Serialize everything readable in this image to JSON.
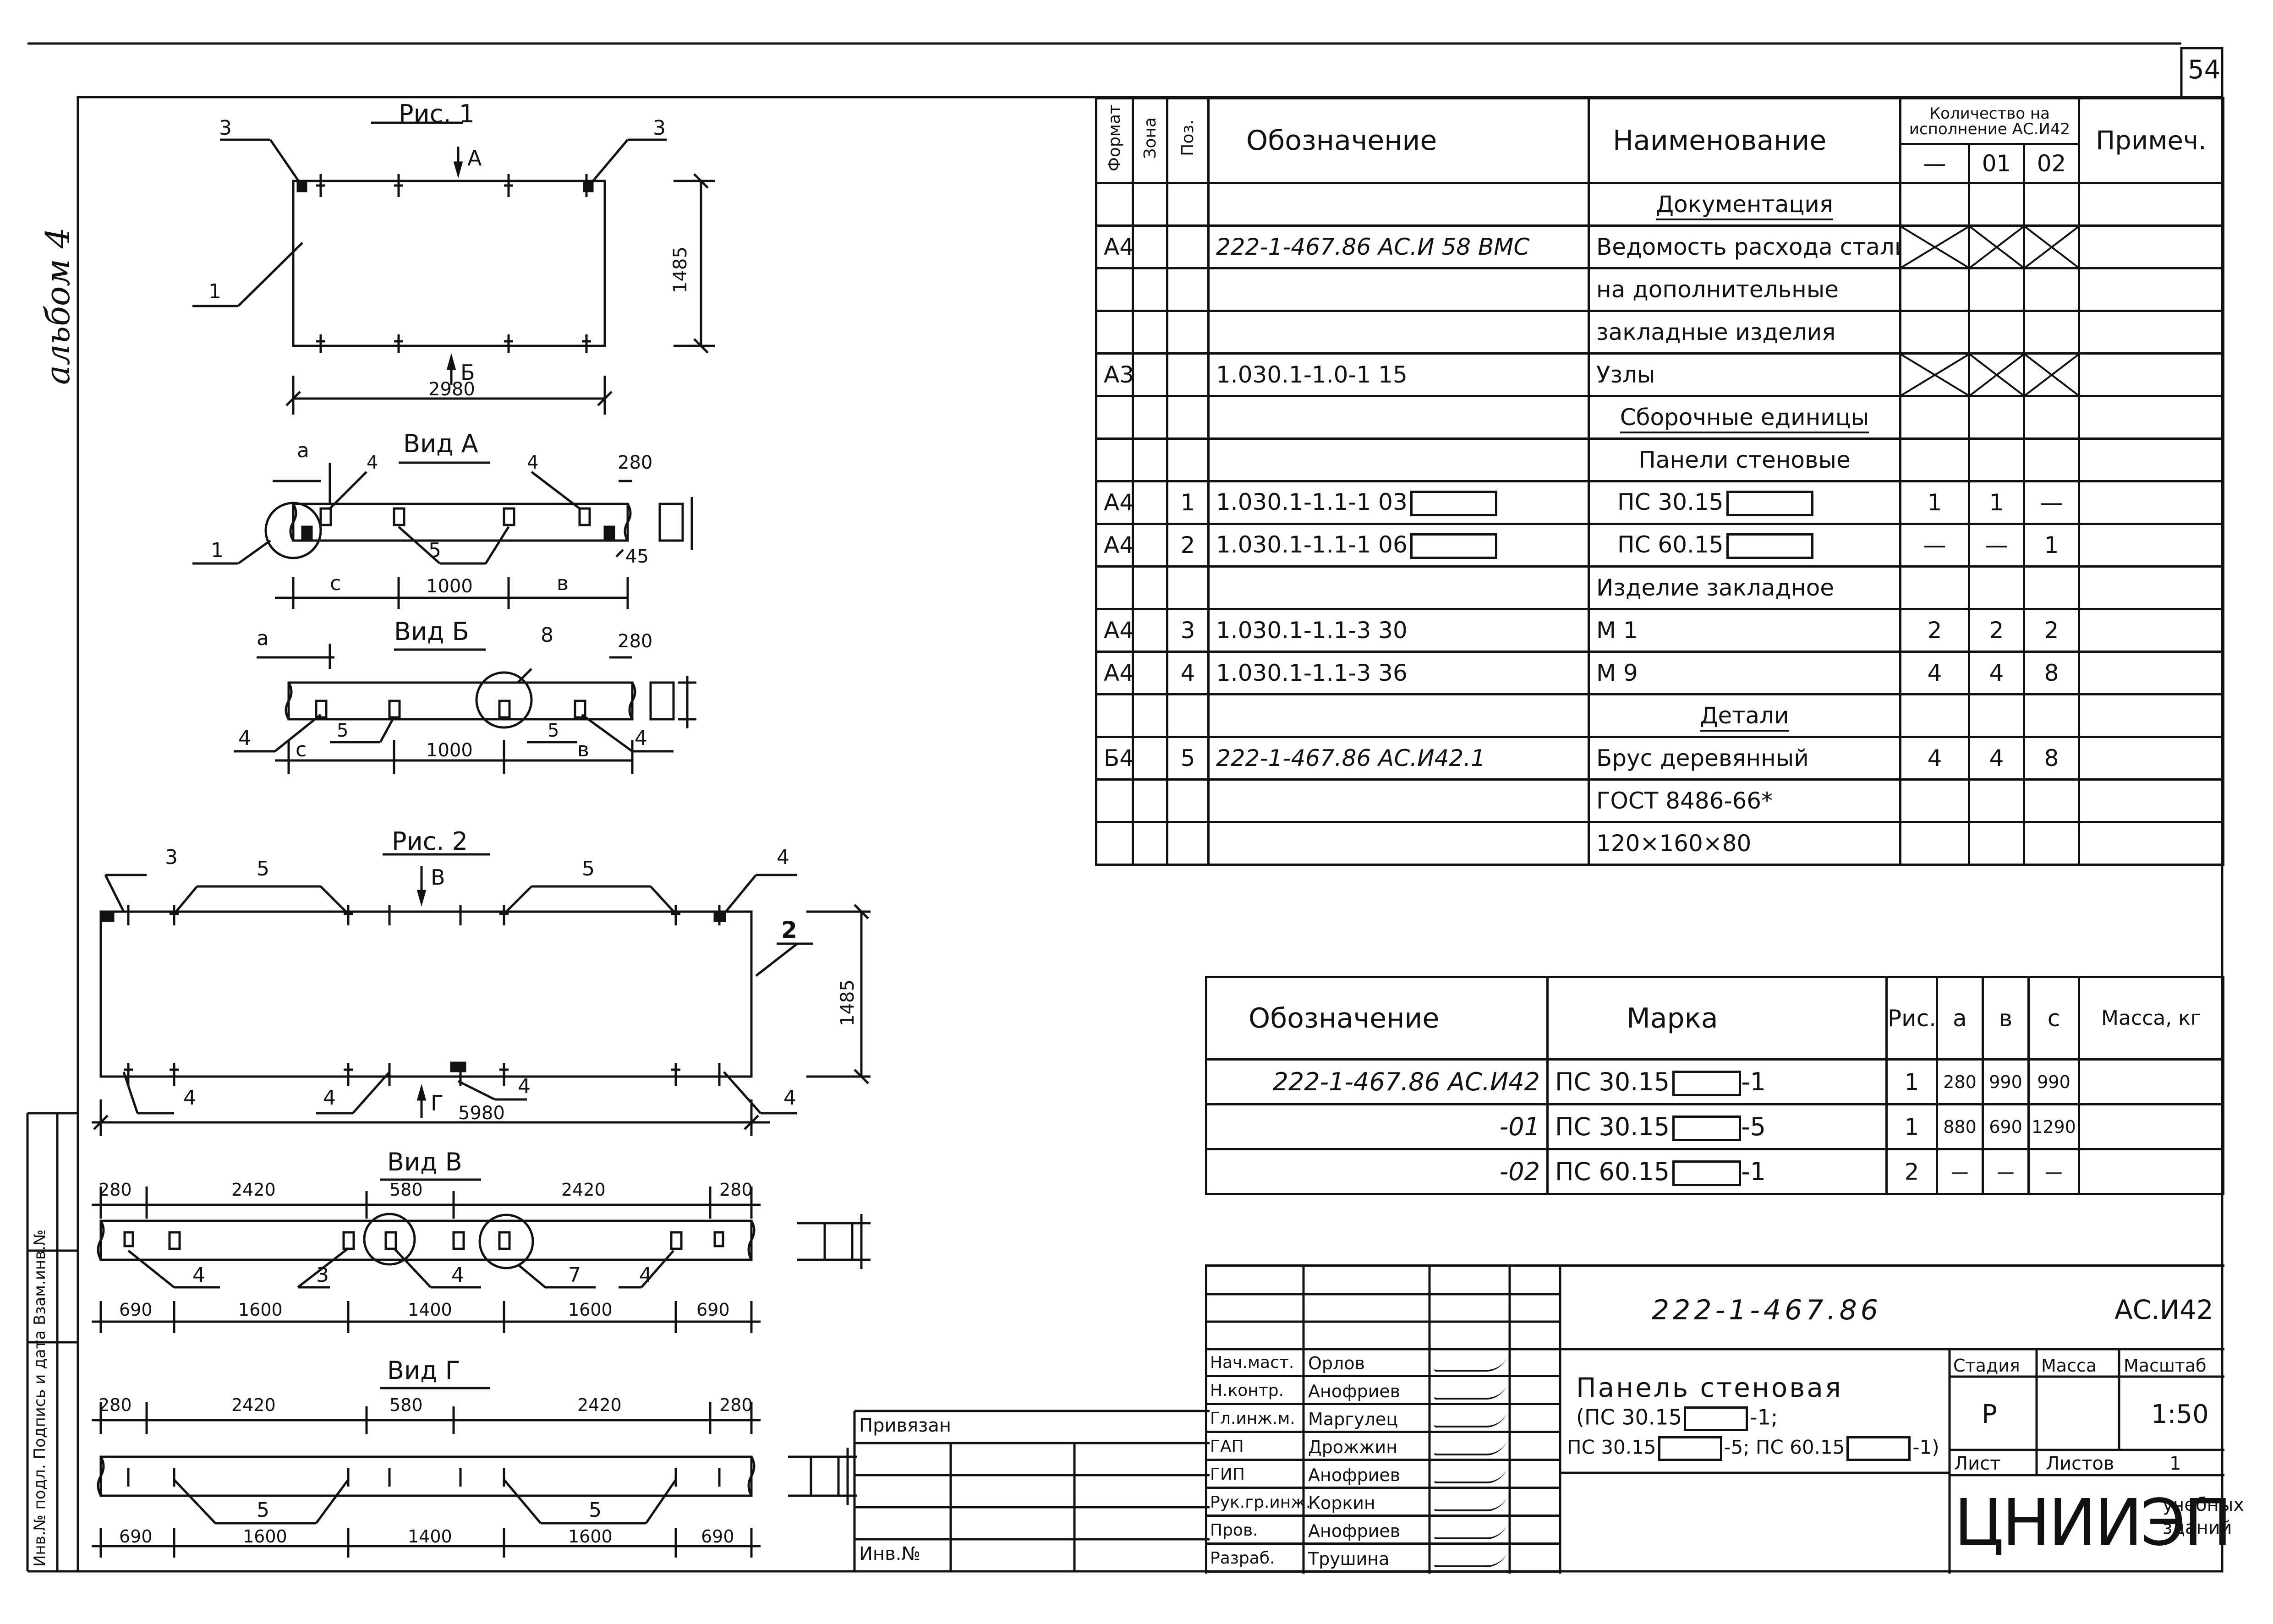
{
  "sheet": {
    "page_number": "54",
    "album": "альбом 4",
    "margin_label": "Инв.№ подл. Подпись и дата Взам.инв.№"
  },
  "drawings": {
    "fig1": {
      "title": "Рис. 1",
      "arrow_top": "А",
      "arrow_bottom": "Б",
      "height_dim": "1485",
      "width_dim": "2980",
      "leaders": [
        "3",
        "3",
        "1"
      ]
    },
    "view_a": {
      "title": "Вид А",
      "labels": [
        "а",
        "4",
        "4",
        "280",
        "1",
        "5",
        "45",
        "с",
        "1000",
        "в"
      ]
    },
    "view_b": {
      "title": "Вид Б",
      "labels": [
        "а",
        "8",
        "280",
        "4",
        "5",
        "с",
        "1000",
        "5",
        "в",
        "4"
      ]
    },
    "fig2": {
      "title": "Рис. 2",
      "arrow_top": "В",
      "arrow_bottom": "Г",
      "height_dim": "1485",
      "width_dim": "5980",
      "leaders": [
        "3",
        "5",
        "5",
        "4",
        "2",
        "4",
        "4",
        "4",
        "4"
      ]
    },
    "view_v": {
      "title": "Вид В",
      "dims_top": [
        "280",
        "2420",
        "580",
        "2420",
        "280"
      ],
      "dims_bottom": [
        "690",
        "1600",
        "1400",
        "1600",
        "690"
      ],
      "leaders": [
        "4",
        "3",
        "4",
        "7",
        "4"
      ]
    },
    "view_g": {
      "title": "Вид Г",
      "dims_top": [
        "280",
        "2420",
        "580",
        "2420",
        "280"
      ],
      "dims_bottom": [
        "690",
        "1600",
        "1400",
        "1600",
        "690"
      ],
      "leaders": [
        "5",
        "5"
      ]
    }
  },
  "spec": {
    "headers": {
      "format": "Формат",
      "zone": "Зона",
      "pos": "Поз.",
      "designation": "Обозначение",
      "name": "Наименование",
      "qty": "Количество на исполнение АС.И42",
      "qty_cols": [
        "—",
        "01",
        "02"
      ],
      "note": "Примеч."
    },
    "rows": [
      {
        "format": "",
        "pos": "",
        "designation": "",
        "name": "Документация",
        "q": [
          "",
          "",
          ""
        ],
        "section": true
      },
      {
        "format": "А4",
        "pos": "",
        "designation": "222-1-467.86    АС.И 58 ВМС",
        "name": "Ведомость расхода стали",
        "q": [
          "x",
          "x",
          "x"
        ]
      },
      {
        "format": "",
        "pos": "",
        "designation": "",
        "name": "на дополнительные",
        "q": [
          "",
          "",
          ""
        ]
      },
      {
        "format": "",
        "pos": "",
        "designation": "",
        "name": "закладные изделия",
        "q": [
          "",
          "",
          ""
        ]
      },
      {
        "format": "А3",
        "pos": "",
        "designation": "1.030.1-1.0-1    15",
        "name": "Узлы",
        "q": [
          "x",
          "x",
          "x"
        ]
      },
      {
        "format": "",
        "pos": "",
        "designation": "",
        "name": "Сборочные единицы",
        "q": [
          "",
          "",
          ""
        ],
        "section": true
      },
      {
        "format": "",
        "pos": "",
        "designation": "",
        "name": "Панели стеновые",
        "q": [
          "",
          "",
          ""
        ],
        "subhead": true
      },
      {
        "format": "А4",
        "pos": "1",
        "designation": "1.030.1-1.1-1 03",
        "box": true,
        "name": "ПС 30.15",
        "namebox": true,
        "q": [
          "1",
          "1",
          "—"
        ]
      },
      {
        "format": "А4",
        "pos": "2",
        "designation": "1.030.1-1.1-1 06",
        "box": true,
        "name": "ПС 60.15",
        "namebox": true,
        "q": [
          "—",
          "—",
          "1"
        ]
      },
      {
        "format": "",
        "pos": "",
        "designation": "",
        "name": "Изделие закладное",
        "q": [
          "",
          "",
          ""
        ]
      },
      {
        "format": "А4",
        "pos": "3",
        "designation": "1.030.1-1.1-3      30",
        "name": "М 1",
        "q": [
          "2",
          "2",
          "2"
        ]
      },
      {
        "format": "А4",
        "pos": "4",
        "designation": "1.030.1-1.1-3      36",
        "name": "М 9",
        "q": [
          "4",
          "4",
          "8"
        ]
      },
      {
        "format": "",
        "pos": "",
        "designation": "",
        "name": "Детали",
        "q": [
          "",
          "",
          ""
        ],
        "section": true
      },
      {
        "format": "Б4",
        "pos": "5",
        "designation": "222-1-467.86 АС.И42.1",
        "name": "Брус деревянный",
        "q": [
          "4",
          "4",
          "8"
        ]
      },
      {
        "format": "",
        "pos": "",
        "designation": "",
        "name": "ГОСТ 8486-66*",
        "q": [
          "",
          "",
          ""
        ]
      },
      {
        "format": "",
        "pos": "",
        "designation": "",
        "name": "120×160×80",
        "q": [
          "",
          "",
          ""
        ]
      }
    ]
  },
  "marks": {
    "headers": {
      "designation": "Обозначение",
      "mark": "Марка",
      "fig": "Рис.",
      "a": "а",
      "b": "в",
      "c": "с",
      "mass": "Масса, кг"
    },
    "rows": [
      {
        "designation": "222-1-467.86 АС.И42",
        "mark_pre": "ПС 30.15",
        "mark_post": "-1",
        "fig": "1",
        "a": "280",
        "b": "990",
        "c": "990",
        "mass": ""
      },
      {
        "designation": "-01",
        "mark_pre": "ПС 30.15",
        "mark_post": "-5",
        "fig": "1",
        "a": "880",
        "b": "690",
        "c": "1290",
        "mass": ""
      },
      {
        "designation": "-02",
        "mark_pre": "ПС 60.15",
        "mark_post": "-1",
        "fig": "2",
        "a": "—",
        "b": "—",
        "c": "—",
        "mass": ""
      }
    ]
  },
  "title_block": {
    "doc_code": "222-1-467.86",
    "doc_suffix": "АС.И42",
    "roles": [
      {
        "role": "Нач.маст.",
        "name": "Орлов"
      },
      {
        "role": "Н.контр.",
        "name": "Анофриев"
      },
      {
        "role": "Гл.инж.м.",
        "name": "Маргулец"
      },
      {
        "role": "ГАП",
        "name": "Дрожжин"
      },
      {
        "role": "ГИП",
        "name": "Анофриев"
      },
      {
        "role": "Рук.гр.инж.",
        "name": "Коркин"
      },
      {
        "role": "Пров.",
        "name": "Анофриев"
      },
      {
        "role": "Разраб.",
        "name": "Трушина"
      }
    ],
    "title_line1": "Панель стеновая",
    "title_line2_pre": "(ПС 30.15",
    "title_line2_post": "-1;",
    "title_line3_a": "ПС 30.15",
    "title_line3_b": "-5; ПС 60.15",
    "title_line3_c": "-1)",
    "stage_label": "Стадия",
    "mass_label": "Масса",
    "scale_label": "Масштаб",
    "stage": "Р",
    "scale": "1:50",
    "sheet_label": "Лист",
    "sheets_label": "Листов",
    "sheets_value": "1",
    "org": "ЦНИИЭП",
    "org_sub1": "учебных",
    "org_sub2": "зданий",
    "privyazan": "Привязан",
    "inv": "Инв.№"
  }
}
